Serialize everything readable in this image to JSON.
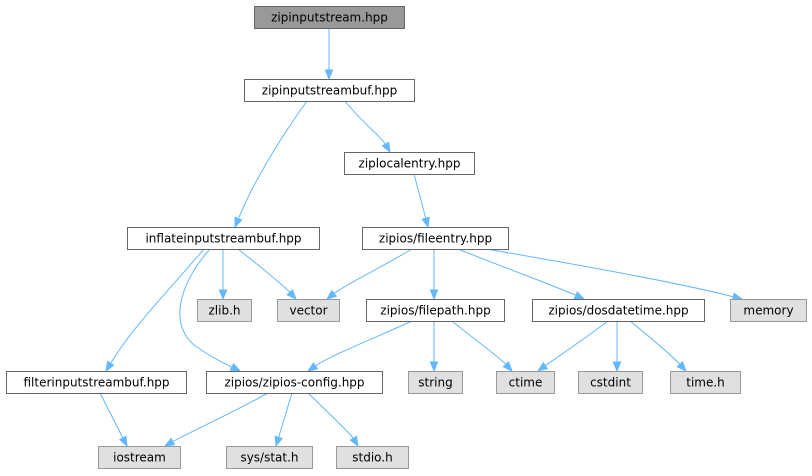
{
  "colors": {
    "root_fill": "#999999",
    "local_fill": "#ffffff",
    "system_fill": "#e0e0e0",
    "root_stroke": "#666666",
    "local_stroke": "#666666",
    "system_stroke": "#999999",
    "edge": "#63b8ff"
  },
  "nodes": [
    {
      "id": "zipinputstream_hpp",
      "label": "zipinputstream.hpp",
      "kind": "root"
    },
    {
      "id": "zipinputstreambuf_hpp",
      "label": "zipinputstreambuf.hpp",
      "kind": "local"
    },
    {
      "id": "ziplocalentry_hpp",
      "label": "ziplocalentry.hpp",
      "kind": "local"
    },
    {
      "id": "inflateinputstreambuf_hpp",
      "label": "inflateinputstreambuf.hpp",
      "kind": "local"
    },
    {
      "id": "zipios_fileentry_hpp",
      "label": "zipios/fileentry.hpp",
      "kind": "local"
    },
    {
      "id": "zlib_h",
      "label": "zlib.h",
      "kind": "system"
    },
    {
      "id": "vector",
      "label": "vector",
      "kind": "system"
    },
    {
      "id": "zipios_filepath_hpp",
      "label": "zipios/filepath.hpp",
      "kind": "local"
    },
    {
      "id": "zipios_dosdatetime_hpp",
      "label": "zipios/dosdatetime.hpp",
      "kind": "local"
    },
    {
      "id": "memory",
      "label": "memory",
      "kind": "system"
    },
    {
      "id": "filterinputstreambuf_hpp",
      "label": "filterinputstreambuf.hpp",
      "kind": "local"
    },
    {
      "id": "zipios_zipios_config_hpp",
      "label": "zipios/zipios-config.hpp",
      "kind": "local"
    },
    {
      "id": "string",
      "label": "string",
      "kind": "system"
    },
    {
      "id": "ctime",
      "label": "ctime",
      "kind": "system"
    },
    {
      "id": "cstdint",
      "label": "cstdint",
      "kind": "system"
    },
    {
      "id": "time_h",
      "label": "time.h",
      "kind": "system"
    },
    {
      "id": "iostream",
      "label": "iostream",
      "kind": "system"
    },
    {
      "id": "sys_stat_h",
      "label": "sys/stat.h",
      "kind": "system"
    },
    {
      "id": "stdio_h",
      "label": "stdio.h",
      "kind": "system"
    }
  ],
  "edges": [
    {
      "from": "zipinputstream_hpp",
      "to": "zipinputstreambuf_hpp"
    },
    {
      "from": "zipinputstreambuf_hpp",
      "to": "inflateinputstreambuf_hpp"
    },
    {
      "from": "zipinputstreambuf_hpp",
      "to": "ziplocalentry_hpp"
    },
    {
      "from": "ziplocalentry_hpp",
      "to": "zipios_fileentry_hpp"
    },
    {
      "from": "inflateinputstreambuf_hpp",
      "to": "filterinputstreambuf_hpp"
    },
    {
      "from": "inflateinputstreambuf_hpp",
      "to": "zipios_zipios_config_hpp"
    },
    {
      "from": "inflateinputstreambuf_hpp",
      "to": "zlib_h"
    },
    {
      "from": "inflateinputstreambuf_hpp",
      "to": "vector"
    },
    {
      "from": "zipios_fileentry_hpp",
      "to": "vector"
    },
    {
      "from": "zipios_fileentry_hpp",
      "to": "zipios_filepath_hpp"
    },
    {
      "from": "zipios_fileentry_hpp",
      "to": "zipios_dosdatetime_hpp"
    },
    {
      "from": "zipios_fileentry_hpp",
      "to": "memory"
    },
    {
      "from": "zipios_filepath_hpp",
      "to": "zipios_zipios_config_hpp"
    },
    {
      "from": "zipios_filepath_hpp",
      "to": "string"
    },
    {
      "from": "zipios_filepath_hpp",
      "to": "ctime"
    },
    {
      "from": "zipios_dosdatetime_hpp",
      "to": "ctime"
    },
    {
      "from": "zipios_dosdatetime_hpp",
      "to": "cstdint"
    },
    {
      "from": "zipios_dosdatetime_hpp",
      "to": "time_h"
    },
    {
      "from": "filterinputstreambuf_hpp",
      "to": "iostream"
    },
    {
      "from": "zipios_zipios_config_hpp",
      "to": "iostream"
    },
    {
      "from": "zipios_zipios_config_hpp",
      "to": "sys_stat_h"
    },
    {
      "from": "zipios_zipios_config_hpp",
      "to": "stdio_h"
    }
  ]
}
